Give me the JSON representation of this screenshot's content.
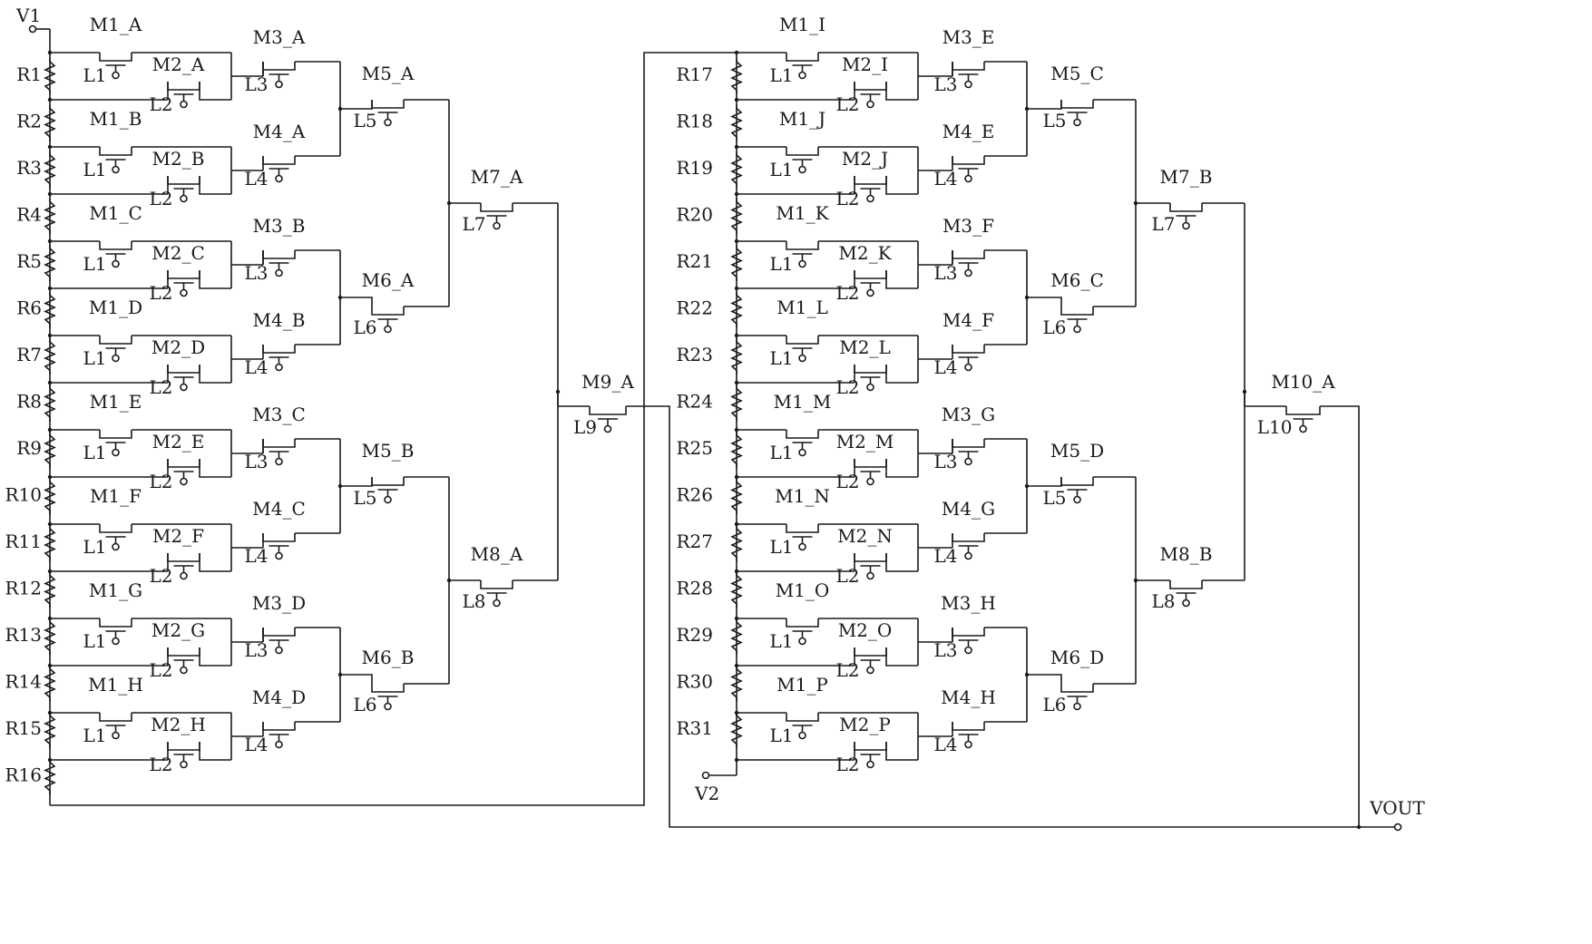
{
  "diagram": {
    "terminals": {
      "v1": "V1",
      "v2": "V2",
      "vout": "VOUT"
    },
    "chain_a_resistors": [
      "R1",
      "R2",
      "R3",
      "R4",
      "R5",
      "R6",
      "R7",
      "R8",
      "R9",
      "R10",
      "R11",
      "R12",
      "R13",
      "R14",
      "R15",
      "R16"
    ],
    "chain_b_resistors": [
      "R17",
      "R18",
      "R19",
      "R20",
      "R21",
      "R22",
      "R23",
      "R24",
      "R25",
      "R26",
      "R27",
      "R28",
      "R29",
      "R30",
      "R31"
    ],
    "left_half": {
      "stage1_pairs": [
        {
          "m1": "M1_A",
          "m2": "M2_A"
        },
        {
          "m1": "M1_B",
          "m2": "M2_B"
        },
        {
          "m1": "M1_C",
          "m2": "M2_C"
        },
        {
          "m1": "M1_D",
          "m2": "M2_D"
        },
        {
          "m1": "M1_E",
          "m2": "M2_E"
        },
        {
          "m1": "M1_F",
          "m2": "M2_F"
        },
        {
          "m1": "M1_G",
          "m2": "M2_G"
        },
        {
          "m1": "M1_H",
          "m2": "M2_H"
        }
      ],
      "stage2_pairs": [
        {
          "a": "M3_A",
          "b": "M4_A"
        },
        {
          "a": "M3_B",
          "b": "M4_B"
        },
        {
          "a": "M3_C",
          "b": "M4_C"
        },
        {
          "a": "M3_D",
          "b": "M4_D"
        }
      ],
      "stage3_pairs": [
        {
          "a": "M5_A",
          "b": "M6_A"
        },
        {
          "a": "M5_B",
          "b": "M6_B"
        }
      ],
      "stage4_pair": {
        "a": "M7_A",
        "b": "M8_A"
      },
      "stage5": "M9_A"
    },
    "right_half": {
      "stage1_pairs": [
        {
          "m1": "M1_I",
          "m2": "M2_I"
        },
        {
          "m1": "M1_J",
          "m2": "M2_J"
        },
        {
          "m1": "M1_K",
          "m2": "M2_K"
        },
        {
          "m1": "M1_L",
          "m2": "M2_L"
        },
        {
          "m1": "M1_M",
          "m2": "M2_M"
        },
        {
          "m1": "M1_N",
          "m2": "M2_N"
        },
        {
          "m1": "M1_O",
          "m2": "M2_O"
        },
        {
          "m1": "M1_P",
          "m2": "M2_P"
        }
      ],
      "stage2_pairs": [
        {
          "a": "M3_E",
          "b": "M4_E"
        },
        {
          "a": "M3_F",
          "b": "M4_F"
        },
        {
          "a": "M3_G",
          "b": "M4_G"
        },
        {
          "a": "M3_H",
          "b": "M4_H"
        }
      ],
      "stage3_pairs": [
        {
          "a": "M5_C",
          "b": "M6_C"
        },
        {
          "a": "M5_D",
          "b": "M6_D"
        }
      ],
      "stage4_pair": {
        "a": "M7_B",
        "b": "M8_B"
      }
    },
    "final_stage": "M10_A",
    "gate_labels": {
      "l1": "L1",
      "l2": "L2",
      "l3": "L3",
      "l4": "L4",
      "l5": "L5",
      "l6": "L6",
      "l7": "L7",
      "l8": "L8",
      "l9": "L9",
      "l10": "L10"
    }
  }
}
